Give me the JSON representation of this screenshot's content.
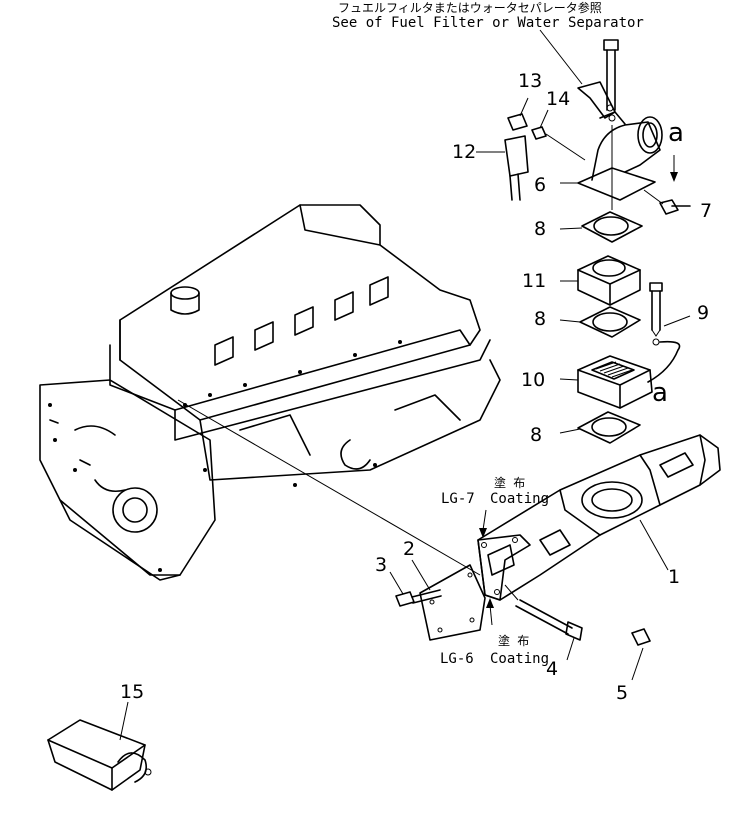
{
  "header": {
    "japanese": "フュエルフィルタまたはウォータセパレータ参照",
    "english": "See of Fuel Filter or Water Separator"
  },
  "coatings": {
    "upper_jp": "塗 布",
    "upper_code": "LG-7",
    "upper_en": "Coating",
    "lower_jp": "塗 布",
    "lower_code": "LG-6",
    "lower_en": "Coating"
  },
  "view_markers": {
    "a1": "a",
    "a2": "a"
  },
  "parts": {
    "p1": "1",
    "p2": "2",
    "p3": "3",
    "p4": "4",
    "p5": "5",
    "p6": "6",
    "p7": "7",
    "p8a": "8",
    "p8b": "8",
    "p8c": "8",
    "p9": "9",
    "p10": "10",
    "p11": "11",
    "p12": "12",
    "p13": "13",
    "p14": "14",
    "p15": "15"
  }
}
